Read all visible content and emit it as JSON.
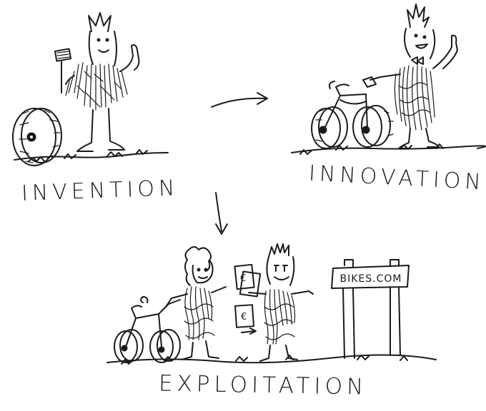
{
  "captions": {
    "invention": "INVENTION",
    "innovation": "INNOVATION",
    "exploitation": "EXPLOITATION"
  },
  "sign": {
    "text": "BIKES.COM"
  },
  "money": {
    "note_symbol": "€"
  },
  "colors": {
    "ink": "#1a1a1a",
    "background": "#ffffff"
  }
}
